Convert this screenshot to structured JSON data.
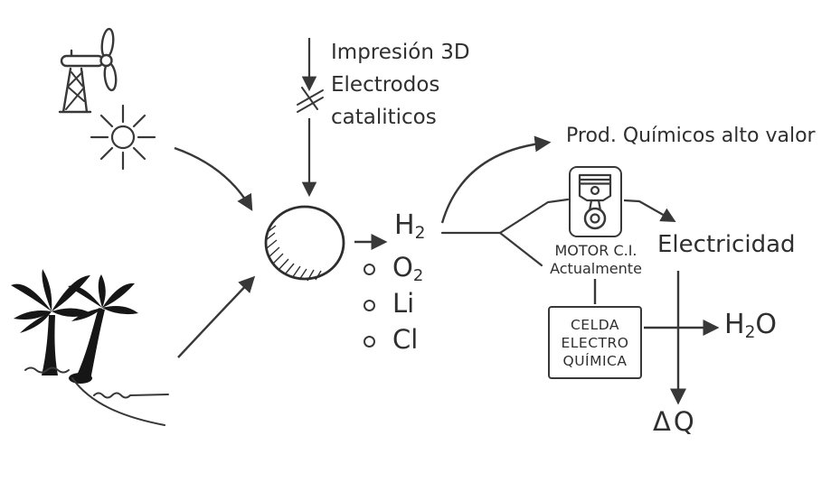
{
  "diagram": {
    "ink": "#383838",
    "note": {
      "line1": "Impresión 3D",
      "line2": "Electrodos",
      "line3": "cataliticos"
    },
    "species": {
      "main": {
        "symbol": "H",
        "sub": "2"
      },
      "byproducts": [
        {
          "symbol": "O",
          "sub": "2"
        },
        {
          "symbol": "Li",
          "sub": ""
        },
        {
          "symbol": "Cl",
          "sub": ""
        }
      ]
    },
    "chemicals_label": "Prod. Químicos alto valor",
    "motor": {
      "label": "MOTOR C.I.",
      "sublabel": "Actualmente"
    },
    "electricity_label": "Electricidad",
    "cell": {
      "line1": "CELDA",
      "line2": "ELECTRO",
      "line3": "QUÍMICA"
    },
    "water": {
      "pre": "H",
      "sub": "2",
      "post": "O"
    },
    "heat_label": "ΔQ",
    "icons": {
      "wind_turbine": "wind-turbine-icon",
      "sun": "sun-icon",
      "palm_island": "palm-island-icon",
      "reactor": "reactor-circle-icon",
      "piston_engine": "piston-engine-icon",
      "bullet": "bullet-icon",
      "break_mark": "break-mark-icon"
    }
  }
}
